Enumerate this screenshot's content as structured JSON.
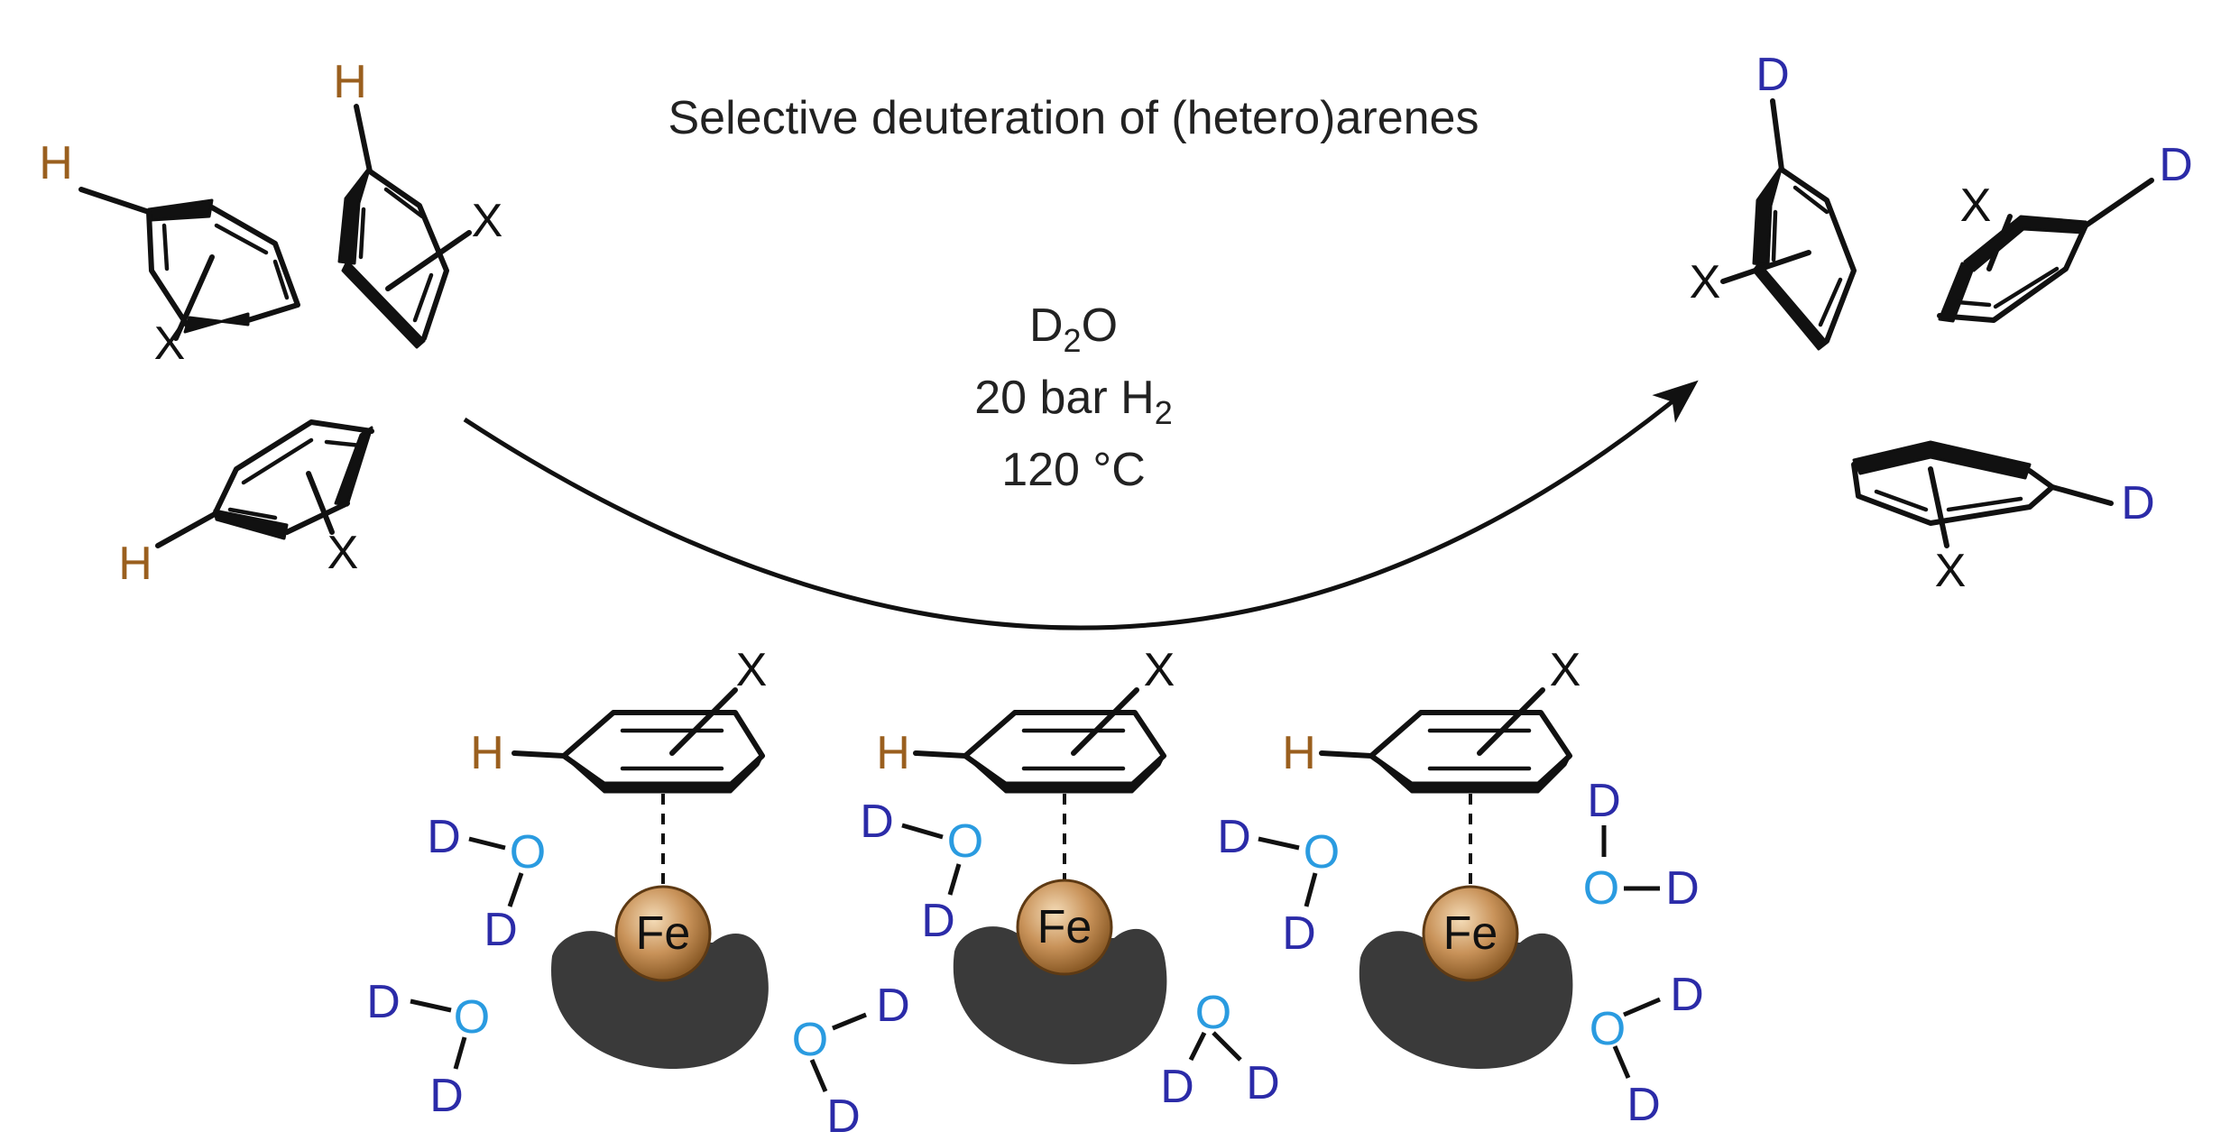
{
  "title": "Selective deuteration of (hetero)arenes",
  "conditions": {
    "reagent": "D",
    "reagent_sub": "2",
    "reagent_tail": "O",
    "pressure": "20 bar H",
    "pressure_sub": "2",
    "temperature": "120 °C"
  },
  "atoms": {
    "hydrogen": "H",
    "deuterium": "D",
    "oxygen": "O",
    "substituent": "X",
    "iron": "Fe"
  },
  "colors": {
    "hydrogen": "#9a5f1e",
    "deuterium": "#2b2ba8",
    "oxygen": "#2a9be0",
    "bond": "#111111",
    "support": "#3a3a3a",
    "iron_light": "#f4dcb8",
    "iron_dark": "#8a5a26"
  }
}
